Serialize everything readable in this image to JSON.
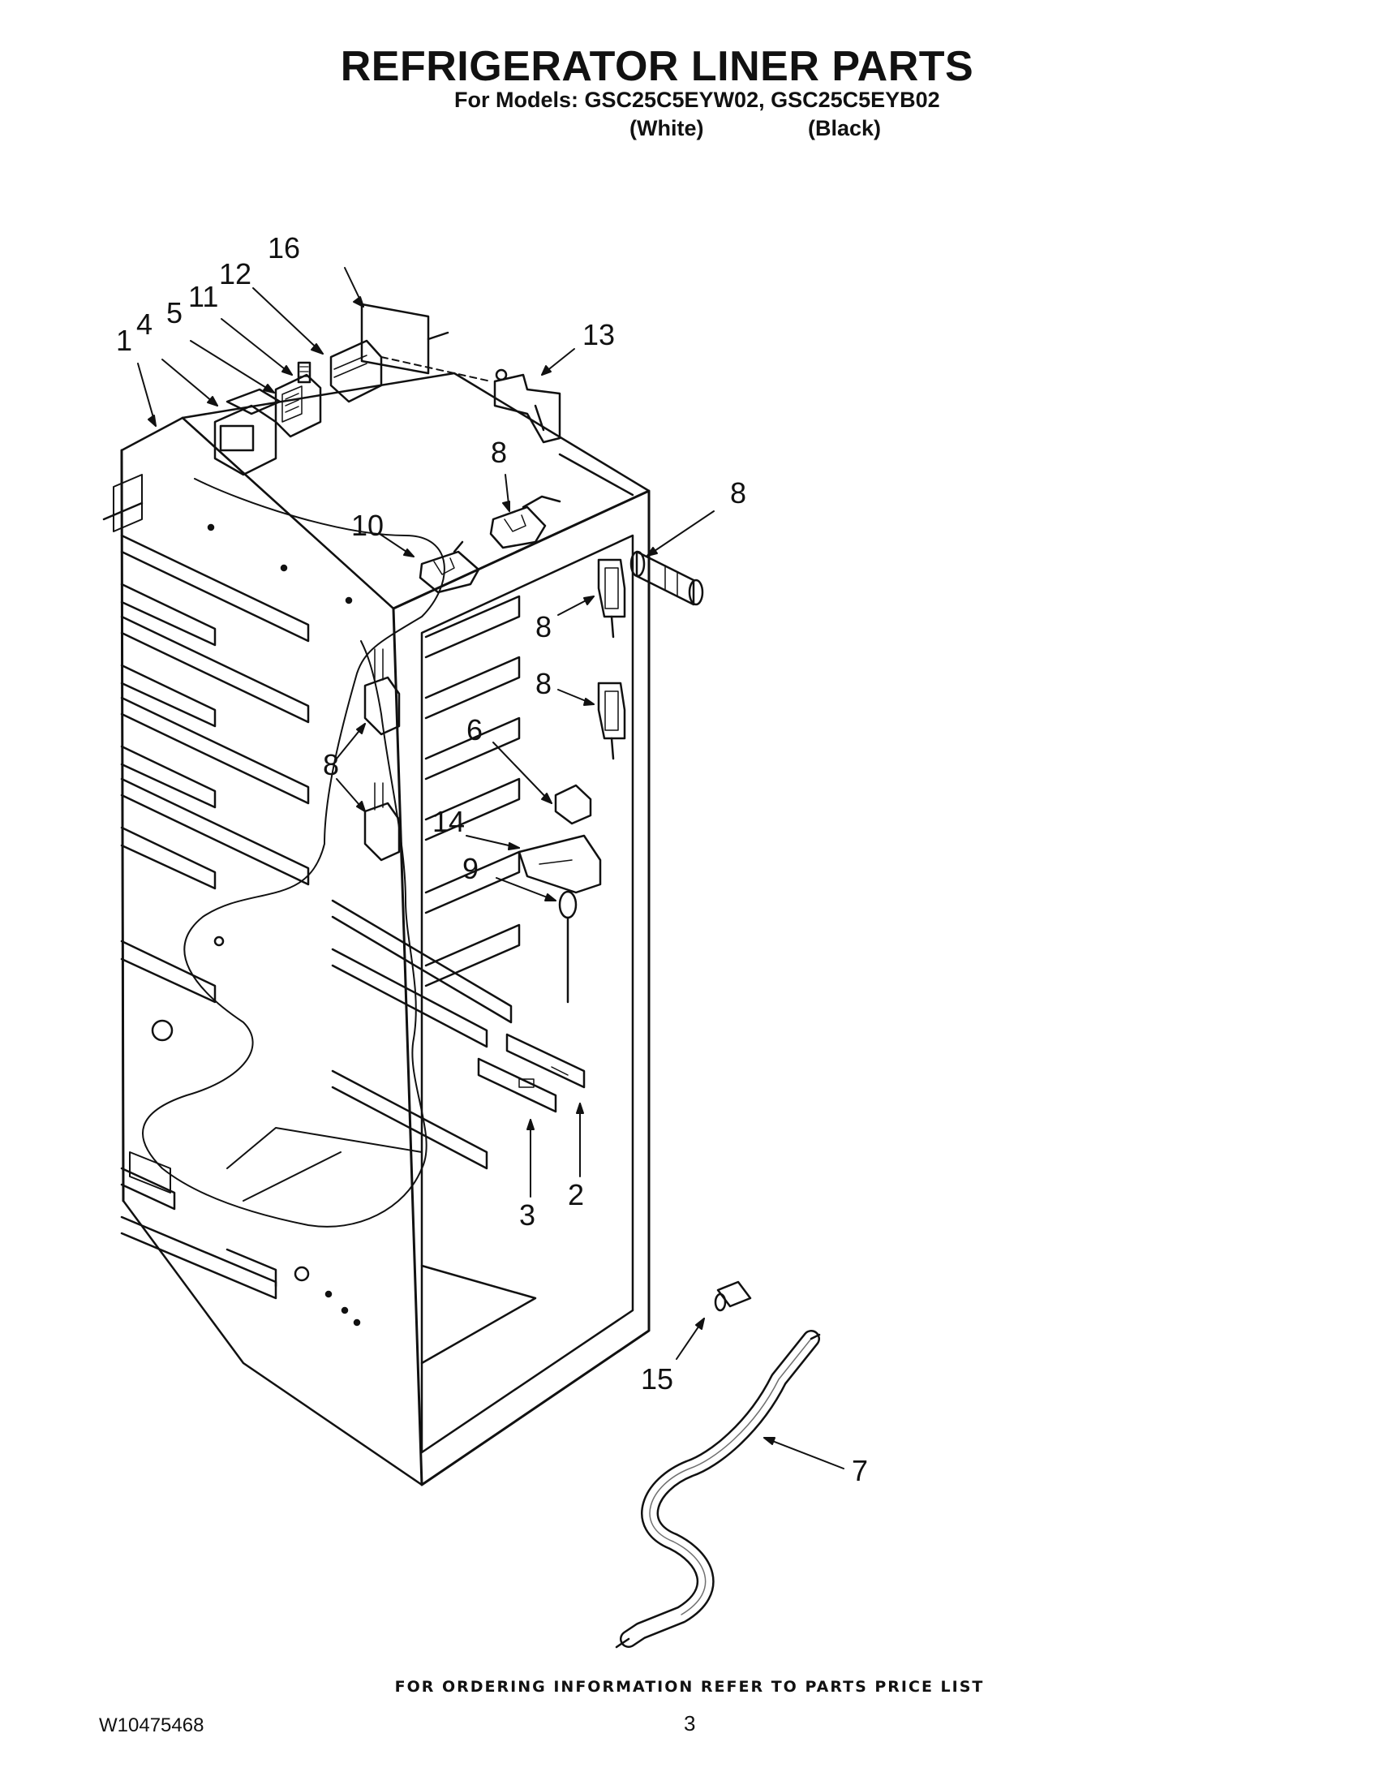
{
  "header": {
    "title": "REFRIGERATOR LINER PARTS",
    "models_line": "For Models: GSC25C5EYW02, GSC25C5EYB02",
    "variant_white": "(White)",
    "variant_black": "(Black)"
  },
  "callouts": [
    "16",
    "12",
    "11",
    "5",
    "4",
    "1",
    "13",
    "8",
    "8",
    "10",
    "8",
    "8",
    "8",
    "6",
    "14",
    "9",
    "2",
    "3",
    "15",
    "7"
  ],
  "footer": {
    "ordering_note": "FOR ORDERING INFORMATION REFER TO PARTS PRICE LIST",
    "document_number": "W10475468",
    "page_number": "3"
  }
}
